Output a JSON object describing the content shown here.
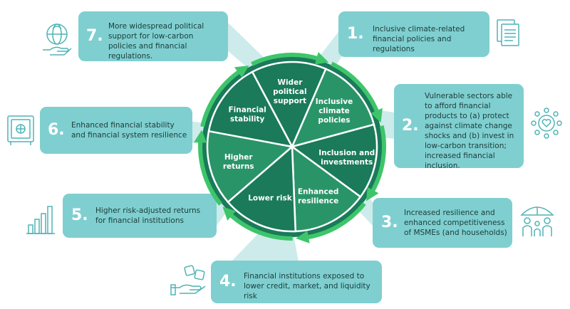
{
  "colors": {
    "wheel_dark": "#1a7a59",
    "wheel_light": "#2a9469",
    "arrow": "#3ec56b",
    "callout": "#7fcfd0",
    "callout_beam": "#cdebeb",
    "icon_stroke": "#4fb3b5"
  },
  "wheel": {
    "segments": [
      {
        "label": "Wider political support"
      },
      {
        "label": "Inclusive climate policies"
      },
      {
        "label": "Inclusion and investments"
      },
      {
        "label": "Enhanced resilience"
      },
      {
        "label": "Lower risk"
      },
      {
        "label": "Higher returns"
      },
      {
        "label": "Financial stability"
      }
    ]
  },
  "callouts": [
    {
      "number": "1.",
      "text": "Inclusive climate-related financial policies and regulations",
      "icon": "document-stack-icon"
    },
    {
      "number": "2.",
      "text": "Vulnerable sectors able to afford financial products to (a) protect against climate change shocks and (b) invest in low-carbon transition; increased financial inclusion.",
      "icon": "heart-network-icon"
    },
    {
      "number": "3.",
      "text": "Increased resilience and enhanced competitiveness of MSMEs (and households)",
      "icon": "family-umbrella-icon"
    },
    {
      "number": "4.",
      "text": "Financial institutions exposed to lower credit, market, and liquidity risk",
      "icon": "hand-dice-icon"
    },
    {
      "number": "5.",
      "text": "Higher risk-adjusted returns for financial institutions",
      "icon": "bar-chart-icon"
    },
    {
      "number": "6.",
      "text": "Enhanced financial stability and financial system resilience",
      "icon": "safe-icon"
    },
    {
      "number": "7.",
      "text": "More widespread political support for low-carbon policies and financial regulations.",
      "icon": "globe-hand-icon"
    }
  ]
}
